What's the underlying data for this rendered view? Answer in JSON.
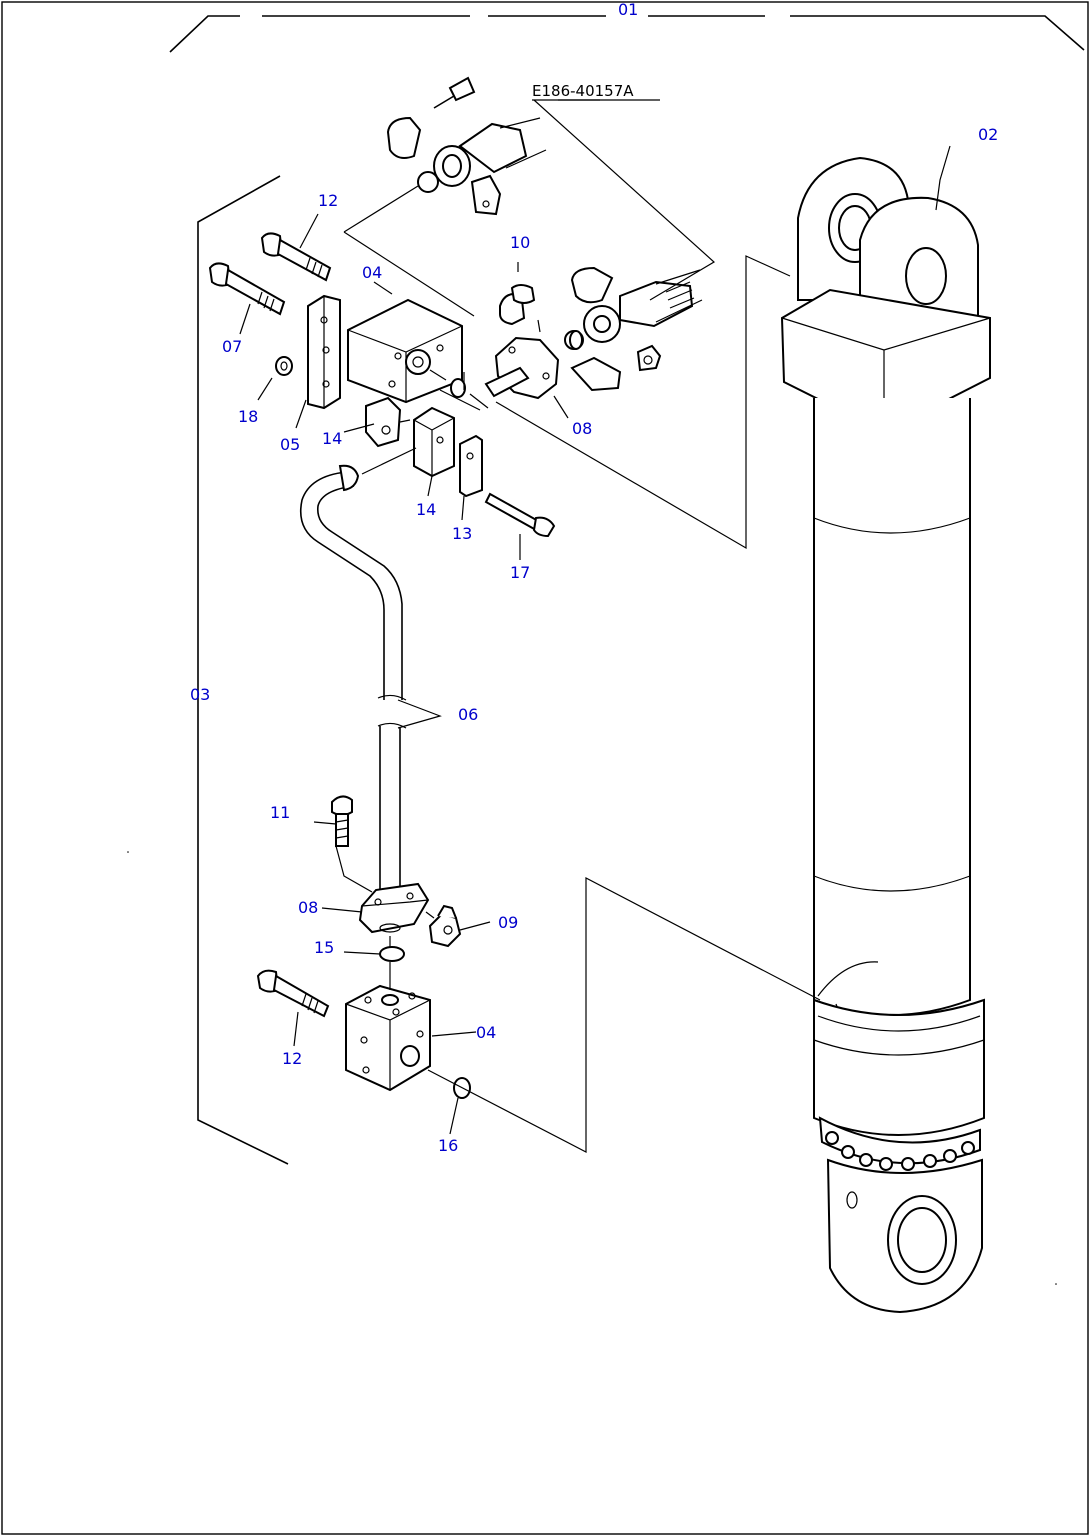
{
  "diagram": {
    "reference_code": "E186-40157A",
    "callouts": {
      "c01": "01",
      "c02": "02",
      "c03": "03",
      "c04a": "04",
      "c04b": "04",
      "c05": "05",
      "c06": "06",
      "c07": "07",
      "c08a": "08",
      "c08b": "08",
      "c09": "09",
      "c10": "10",
      "c11": "11",
      "c12a": "12",
      "c12b": "12",
      "c13": "13",
      "c14a": "14",
      "c14b": "14",
      "c15": "15",
      "c16": "16",
      "c17": "17",
      "c18": "18"
    },
    "colors": {
      "callout_text": "#0000cc",
      "line_art": "#000000",
      "background": "#ffffff"
    }
  }
}
